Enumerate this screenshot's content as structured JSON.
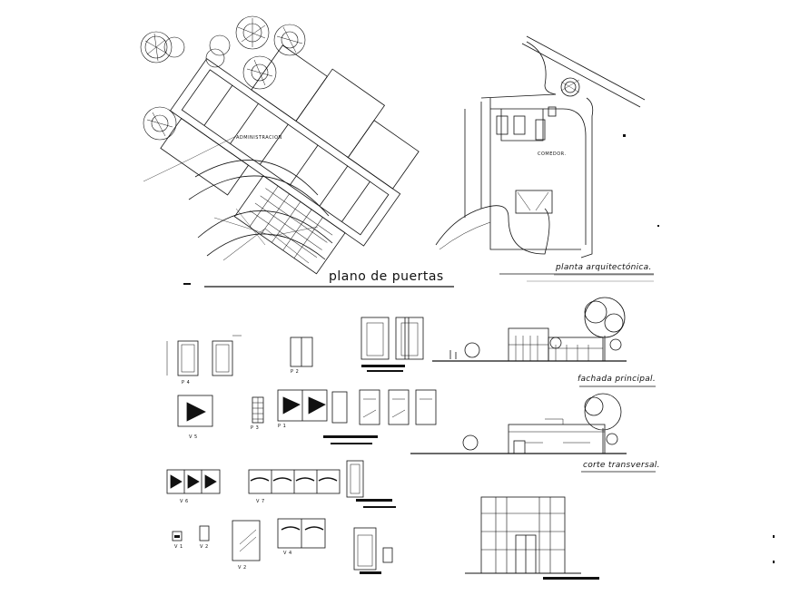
{
  "titles": {
    "plano_puertas": "plano de puertas",
    "planta": "planta arquitectónica.",
    "fachada": "fachada principal.",
    "corte": "corte transversal."
  },
  "room_labels": {
    "administracion": "ADMINISTRACION",
    "comedor": "COMEDOR."
  },
  "door_tags": {
    "p4": "P 4",
    "p2": "P 2",
    "p3": "P 3",
    "p1": "P 1"
  },
  "window_tags": {
    "v5": "V 5",
    "v6": "V 6",
    "v7": "V 7",
    "v1": "V 1",
    "v2a": "V 2",
    "v2b": "V 2",
    "v4": "V 4"
  },
  "colors": {
    "ink": "#111111",
    "paper": "#ffffff"
  }
}
